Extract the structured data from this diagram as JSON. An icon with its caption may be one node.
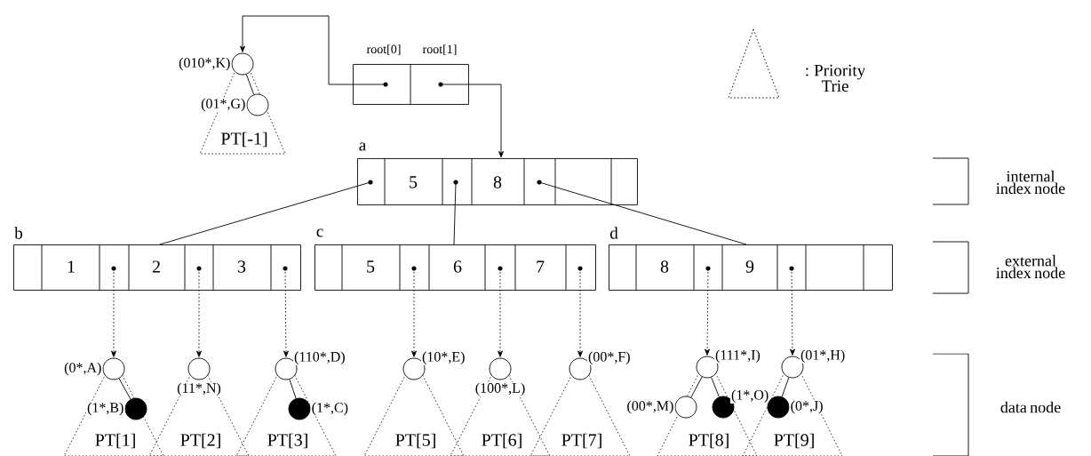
{
  "diagram": {
    "nodes": [
      {
        "text": [
          "root[0]",
          "root[1]"
        ]
      },
      {
        "text": [
          "PT[-1]"
        ]
      },
      {
        "text": [
          "(010*,K)"
        ]
      },
      {
        "text": [
          "(01*,G)"
        ],
        "in": 1
      },
      {
        "text": [
          "a",
          "5",
          "8"
        ]
      },
      {
        "text": [
          "b",
          "1",
          "2",
          "3"
        ]
      },
      {
        "text": [
          "c",
          "5",
          "6",
          "7"
        ]
      },
      {
        "text": [
          "d",
          "8",
          "9"
        ]
      },
      {
        "text": [
          "PT[1]"
        ]
      },
      {
        "text": [
          "(0*,A)"
        ],
        "in": 8
      },
      {
        "text": [
          "(1*,B)"
        ],
        "in": 8
      },
      {
        "text": [
          "PT[2]"
        ]
      },
      {
        "text": [
          "(11*,N)"
        ],
        "in": 11
      },
      {
        "text": [
          "PT[3]"
        ]
      },
      {
        "text": [
          "(110*,D)"
        ]
      },
      {
        "text": [
          "(1*,C)"
        ],
        "in": 13
      },
      {
        "text": [
          "PT[5]"
        ]
      },
      {
        "text": [
          "(10*,E)"
        ],
        "in": 16
      },
      {
        "text": [
          "PT[6]"
        ]
      },
      {
        "text": [
          "(100*,L)"
        ],
        "in": 18
      },
      {
        "text": [
          "PT[7]"
        ]
      },
      {
        "text": [
          "(00*,F)"
        ],
        "in": 20
      },
      {
        "text": [
          "PT[8]"
        ]
      },
      {
        "text": [
          "(111*,I)"
        ],
        "in": 22
      },
      {
        "text": [
          "(00*,M)"
        ]
      },
      {
        "text": [
          "(1*,O)"
        ],
        "in": 22
      },
      {
        "text": [
          "PT[9]"
        ]
      },
      {
        "text": [
          "(01*,H)"
        ],
        "in": 26
      },
      {
        "text": [
          "(0*,J)"
        ],
        "in": 26
      }
    ],
    "edges": [
      {
        "from": 0,
        "to": 2,
        "arrow": "to"
      },
      {
        "from": 0,
        "to": 4,
        "arrow": "to"
      },
      {
        "from": 2,
        "to": 3,
        "arrow": "none"
      },
      {
        "from": 4,
        "to": 5,
        "arrow": "none"
      },
      {
        "from": 4,
        "to": 6,
        "arrow": "none"
      },
      {
        "from": 4,
        "to": 7,
        "arrow": "none"
      },
      {
        "from": 5,
        "to": 9,
        "arrow": "to",
        "style": "dashed"
      },
      {
        "from": 5,
        "to": 12,
        "arrow": "to",
        "style": "dashed"
      },
      {
        "from": 5,
        "to": 14,
        "arrow": "to",
        "style": "dashed"
      },
      {
        "from": 6,
        "to": 17,
        "arrow": "to",
        "style": "dashed"
      },
      {
        "from": 6,
        "to": 19,
        "arrow": "to",
        "style": "dashed"
      },
      {
        "from": 6,
        "to": 21,
        "arrow": "to",
        "style": "dashed"
      },
      {
        "from": 7,
        "to": 23,
        "arrow": "to",
        "style": "dashed"
      },
      {
        "from": 7,
        "to": 27,
        "arrow": "to",
        "style": "dashed"
      },
      {
        "from": 9,
        "to": 10,
        "arrow": "none"
      },
      {
        "from": 14,
        "to": 15,
        "arrow": "none"
      },
      {
        "from": 23,
        "to": 24,
        "arrow": "none"
      },
      {
        "from": 23,
        "to": 25,
        "arrow": "none"
      },
      {
        "from": 27,
        "to": 28,
        "arrow": "none"
      }
    ],
    "labels": [
      "internal index node",
      "external index node",
      "data node"
    ],
    "legend": [
      {
        "text": ": Priority Trie"
      }
    ]
  }
}
